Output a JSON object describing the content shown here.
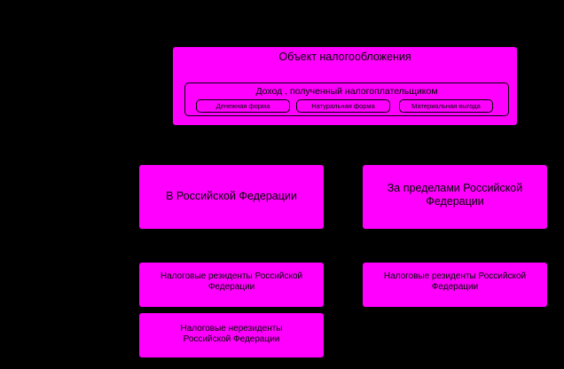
{
  "diagram": {
    "object": {
      "title": "Объект налогообложения",
      "income": {
        "title": "Доход , полученный налогоплательщиком",
        "forms": [
          "Денежная форма",
          "Натуральная форма",
          "Материальная выгода"
        ]
      }
    },
    "in_rf": {
      "label": "В Российской Федерации",
      "residents": "Налоговые резиденты Российской Федерации",
      "nonresidents": "Налоговые нерезиденты Российской Федерации"
    },
    "outside_rf": {
      "label": "За пределами Российской Федерации",
      "residents": "Налоговые резиденты Российской Федерации"
    }
  },
  "colors": {
    "background": "#000000",
    "box_fill": "#ff00ff",
    "text": "#000000"
  }
}
